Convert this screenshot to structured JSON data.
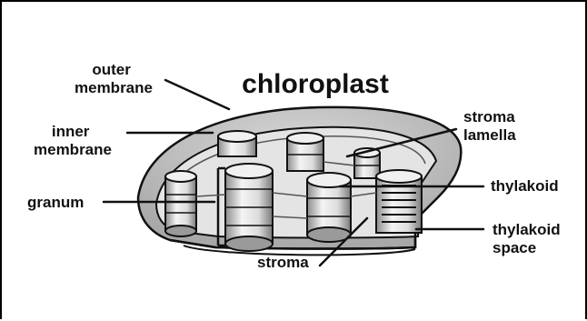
{
  "title": "chloroplast",
  "labels": {
    "outer_membrane": [
      "outer",
      "membrane"
    ],
    "inner_membrane": [
      "inner",
      "membrane"
    ],
    "granum": "granum",
    "stroma": "stroma",
    "stroma_lamella": [
      "stroma",
      "lamella"
    ],
    "thylakoid": "thylakoid",
    "thylakoid_space": [
      "thylakoid",
      "space"
    ]
  },
  "colors": {
    "outline": "#111111",
    "outer_envelope": "#c8c8c8",
    "inner_space": "#e6e6e6",
    "grana_light": "#f2f2f2",
    "grana_shade": "#9a9a9a",
    "background": "#ffffff"
  }
}
